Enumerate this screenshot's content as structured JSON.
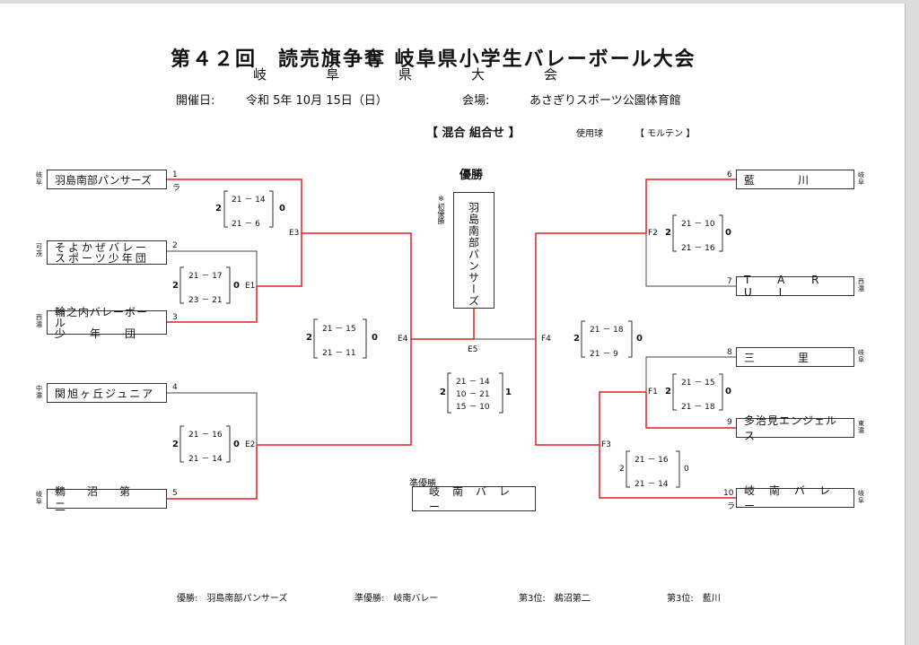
{
  "header": {
    "title": "第４２回　読売旗争奪 岐阜県小学生バレーボール大会",
    "subtitle": "岐阜県大会",
    "date_label": "開催日:",
    "date_value": "令和 5年 10月 15日（日）",
    "venue_label": "会場:",
    "venue_value": "あさぎりスポーツ公園体育館",
    "category": "【 混合 組合せ 】",
    "ball_label": "使用球",
    "ball_value": "【 モルテン 】"
  },
  "champion": {
    "label": "優勝",
    "note": "※初優勝",
    "name": "羽島南部パンサーズ"
  },
  "runner_up": {
    "label": "準優勝",
    "name": "岐南バレー"
  },
  "teams": [
    {
      "no": "1",
      "name": "羽島南部パンサーズ",
      "pref": "岐阜",
      "mark": "ラ"
    },
    {
      "no": "2",
      "line1": "そよかぜバレー",
      "line2": "スポーツ少年団",
      "pref": "可茂"
    },
    {
      "no": "3",
      "line1": "輪之内バレーボール",
      "line2": "少　　年　　団",
      "pref": "西濃"
    },
    {
      "no": "4",
      "name": "関旭ヶ丘ジュニア",
      "pref": "中濃"
    },
    {
      "no": "5",
      "name": "鵜沼第二",
      "pref": "岐阜"
    },
    {
      "no": "6",
      "name": "藍　　　　川",
      "pref": "岐阜"
    },
    {
      "no": "7",
      "name": "T A R U I",
      "pref": "西濃"
    },
    {
      "no": "8",
      "name": "三　　　　里",
      "pref": "岐阜"
    },
    {
      "no": "9",
      "name": "多治見エンジェルス",
      "pref": "東濃"
    },
    {
      "no": "10",
      "name": "岐南バレー",
      "pref": "岐阜",
      "mark": "ラ"
    }
  ],
  "matches": {
    "E1": {
      "code": "E1",
      "sets": [
        "21 － 17",
        "23 － 21"
      ],
      "left": "2",
      "right": "0"
    },
    "E2": {
      "code": "E2",
      "sets": [
        "21 － 16",
        "21 － 14"
      ],
      "left": "2",
      "right": "0"
    },
    "E3": {
      "code": "E3",
      "sets": [
        "21 － 14",
        "21 － 6"
      ],
      "left": "2",
      "right": "0"
    },
    "E4": {
      "code": "E4",
      "sets": [
        "21 － 15",
        "21 － 11"
      ],
      "left": "2",
      "right": "0"
    },
    "E5": {
      "code": "E5",
      "sets": [
        "21 － 14",
        "10 － 21",
        "15 － 10"
      ],
      "left": "2",
      "right": "1"
    },
    "F1": {
      "code": "F1",
      "sets": [
        "21 － 15",
        "21 － 18"
      ],
      "left": "2",
      "right": "0"
    },
    "F2": {
      "code": "F2",
      "sets": [
        "21 － 10",
        "21 － 16"
      ],
      "left": "2",
      "right": "0"
    },
    "F3": {
      "code": "F3",
      "sets": [
        "21 － 16",
        "21 － 14"
      ],
      "left": "2",
      "right": "0"
    },
    "F4": {
      "code": "F4",
      "sets": [
        "21 － 18",
        "21 － 9"
      ],
      "left": "2",
      "right": "0"
    }
  },
  "results": {
    "first": "優勝:　羽島南部パンサーズ",
    "second": "準優勝:　岐南バレー",
    "third_a": "第3位:　鵜沼第二",
    "third_b": "第3位:　藍川"
  },
  "colors": {
    "winner_line": "#e02020",
    "line": "#444444"
  }
}
